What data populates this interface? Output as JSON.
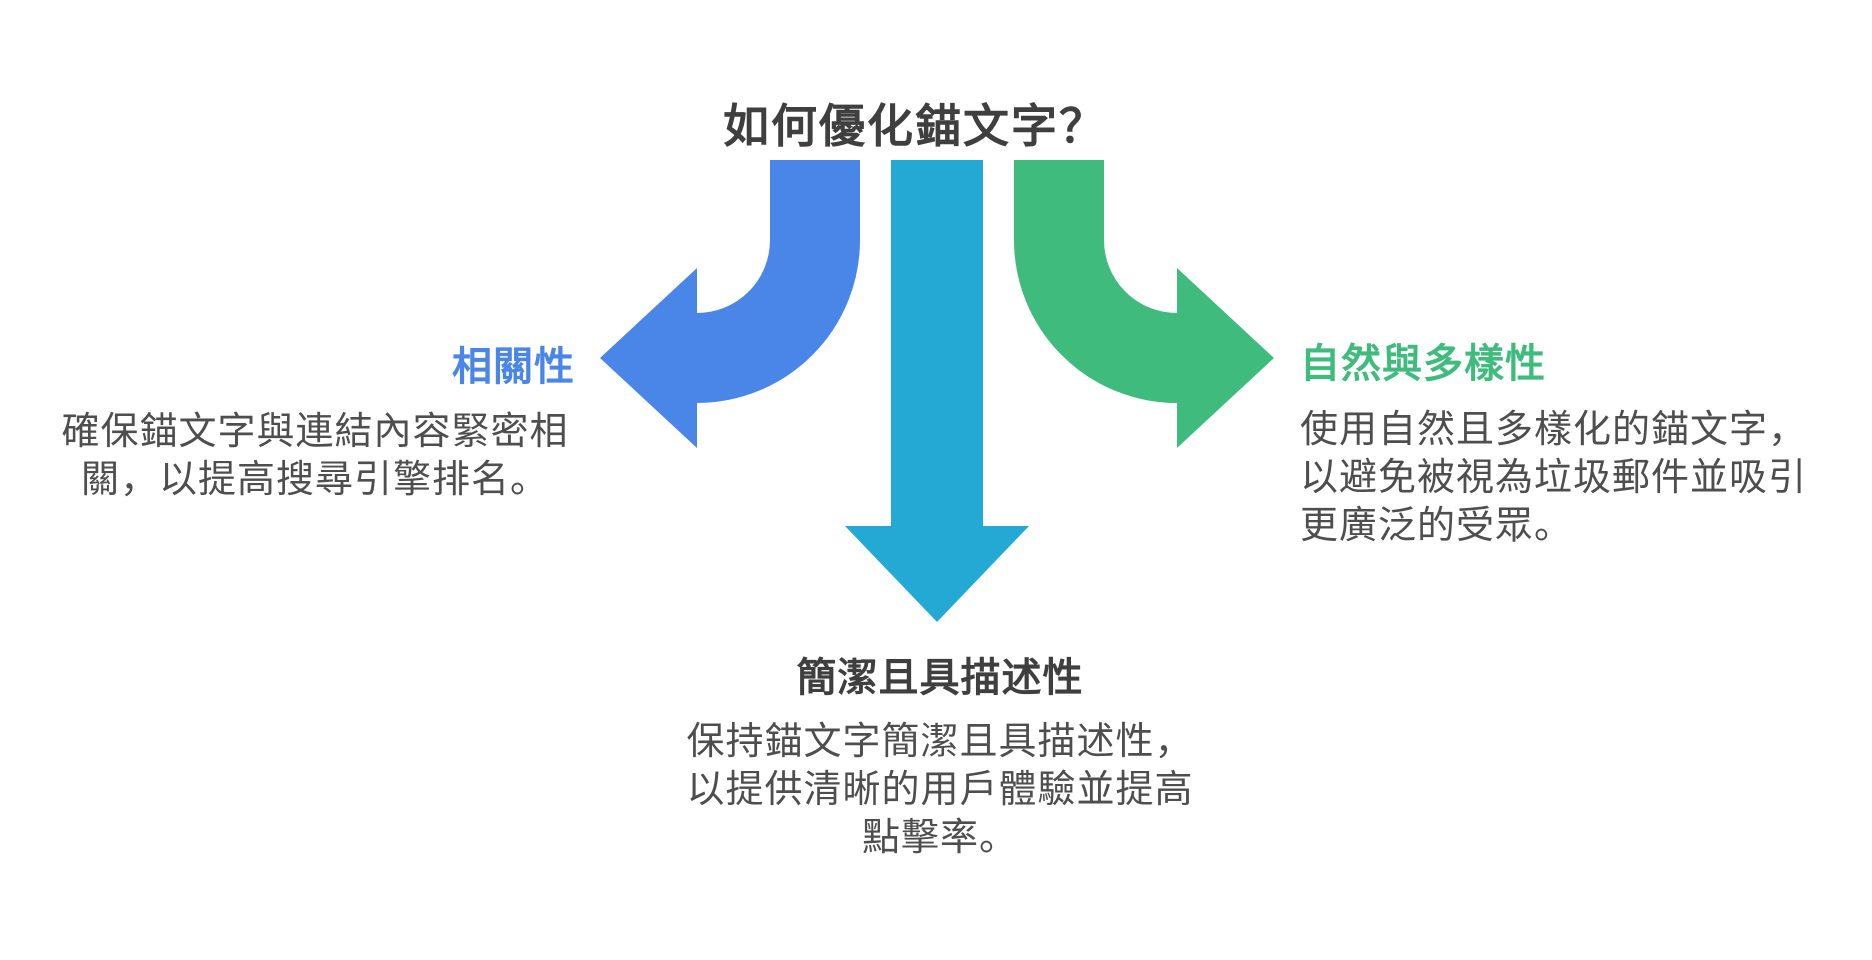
{
  "background": "#ffffff",
  "title": {
    "text": "如何優化錨文字？",
    "color": "#3f3f3f"
  },
  "branches": [
    {
      "id": "relevance",
      "direction": "left",
      "arrow_color": "#4a86e8",
      "label": "相關性",
      "label_color": "#4a86e8",
      "description": "確保錨文字與連結內容緊密相\n關，以提高搜尋引擎排名。",
      "description_color": "#4e4e4e"
    },
    {
      "id": "concise-descriptive",
      "direction": "down",
      "arrow_color": "#23a9d4",
      "label": "簡潔且具描述性",
      "label_color": "#3f3f3f",
      "description": "保持錨文字簡潔且具描述性，\n以提供清晰的用戶體驗並提高\n點擊率。",
      "description_color": "#4e4e4e"
    },
    {
      "id": "natural-diversity",
      "direction": "right",
      "arrow_color": "#3fbc7d",
      "label": "自然與多樣性",
      "label_color": "#3fbc7d",
      "description": "使用自然且多樣化的錨文字，\n以避免被視為垃圾郵件並吸引\n更廣泛的受眾。",
      "description_color": "#4e4e4e"
    }
  ]
}
